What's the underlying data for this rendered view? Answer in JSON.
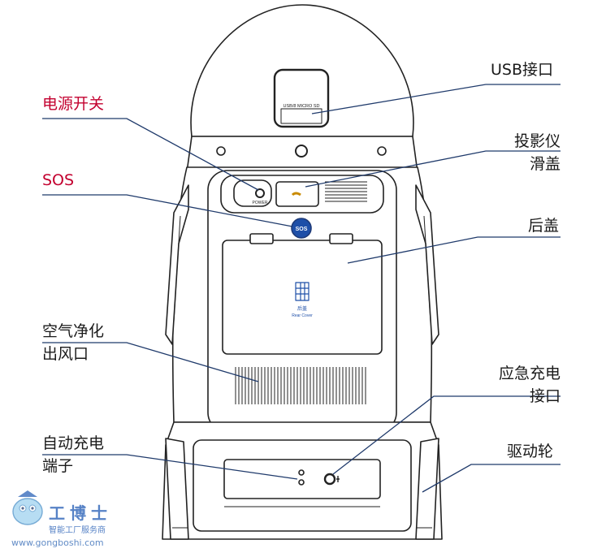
{
  "labels": {
    "usb": [
      "USB接口"
    ],
    "power": [
      "电源开关"
    ],
    "projector": [
      "投影仪",
      "滑盖"
    ],
    "sos": [
      "SOS"
    ],
    "rear_cover": [
      "后盖"
    ],
    "air_outlet": [
      "空气净化",
      "出风口"
    ],
    "emergency_charge": [
      "应急充电",
      "接口"
    ],
    "auto_charge": [
      "自动充电",
      "端子"
    ],
    "drive_wheel": [
      "驱动轮"
    ]
  },
  "device_text": {
    "usb_slot": "USB/8  MICRO SD",
    "power_caption": "POWER",
    "sos_button": "SOS",
    "cover_title": "后盖",
    "cover_subtitle": "Rear Cover"
  },
  "watermark": {
    "brand": "工博士",
    "tagline": "智能工厂服务商",
    "url": "www.gongboshi.com"
  },
  "colors": {
    "line": "#1f3a6b",
    "accent_red": "#c3002f",
    "outline": "#222222",
    "sos_fill": "#1e4fa8"
  }
}
